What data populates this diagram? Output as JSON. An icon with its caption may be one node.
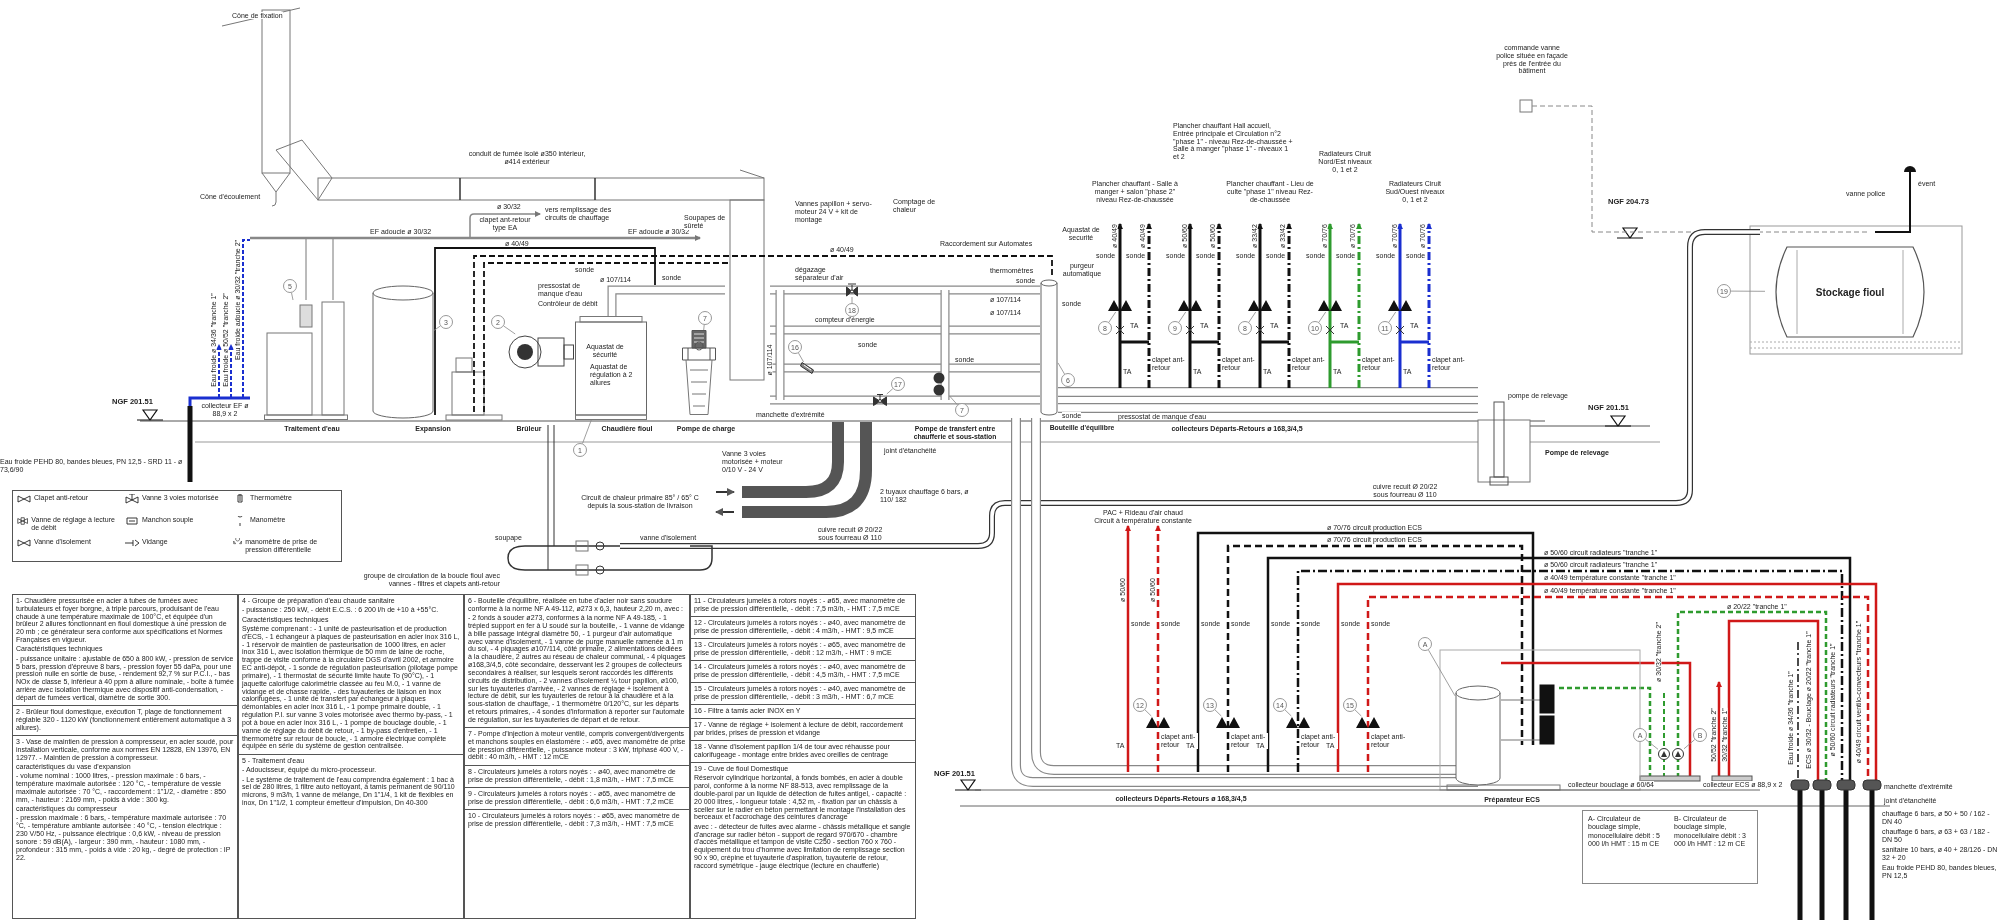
{
  "diagram": {
    "nodes": [
      {
        "text": [
          "5"
        ]
      },
      {
        "text": [
          "3"
        ]
      },
      {
        "text": [
          "2"
        ]
      },
      {
        "text": [
          "1"
        ]
      },
      {
        "text": [
          "7"
        ]
      },
      {
        "text": [
          "18"
        ]
      },
      {
        "text": [
          "16"
        ]
      },
      {
        "text": [
          "17"
        ]
      },
      {
        "text": [
          "7"
        ]
      },
      {
        "text": [
          "6"
        ]
      },
      {
        "text": [
          "8"
        ]
      },
      {
        "text": [
          "9"
        ]
      },
      {
        "text": [
          "8"
        ]
      },
      {
        "text": [
          "10"
        ]
      },
      {
        "text": [
          "11"
        ]
      },
      {
        "text": [
          "Stockage fioul"
        ]
      },
      {
        "text": [
          "19"
        ]
      },
      {
        "text": [
          "12"
        ]
      },
      {
        "text": [
          "13"
        ]
      },
      {
        "text": [
          "14"
        ]
      },
      {
        "text": [
          "15"
        ]
      },
      {
        "text": [
          "A"
        ]
      },
      {
        "text": [
          "A"
        ]
      },
      {
        "text": [
          "B"
        ]
      },
      {
        "text": [
          "A- Circulateur de bouclage simple, monocellulaire débit : 5 000 l/h HMT : 15 m CE",
          "B- Circulateur de bouclage simple, monocellulaire débit : 3 000 l/h HMT : 12 m CE"
        ]
      },
      {
        "text": [
          "1- Chaudière pressurisée en acier à tubes de fumées avec turbulateurs et foyer borgne, à triple parcours, produisant de l'eau chaude à une température maximale de 100°C, et équipée d'un brûleur 2 allures fonctionnant en fioul domestique à une pression de 20 mb ; ce générateur sera conforme aux spécifications et Normes Françaises en vigueur.",
          "Caractéristiques techniques",
          "- puissance unitaire : ajustable de 650 à 800 kW, - pression de service 5 bars, pression d'épreuve 8 bars, - pression foyer 55 daPa, pour une pression nulle en sortie de buse, - rendement 92,7 % sur P.C.I., - bas NOx de classe 5, inférieur à 40 ppm à allure nominale, - boîte à fumée arrière avec isolation thermique avec dispositif anti-condensation, - départ de fumées vertical, diamètre de sortie 300."
        ]
      },
      {
        "text": [
          "2 - Brûleur fioul domestique, exécution T, plage de fonctionnement réglable 320 - 1120 kW (fonctionnement entièrement automatique à 3 allures)."
        ]
      },
      {
        "text": [
          "3 - Vase de maintien de pression à compresseur, en acier soudé, pour installation verticale, conforme aux normes EN 12828, EN 13976, EN 12977. - Maintien de pression à compresseur.",
          "caractéristiques du vase d'expansion",
          "- volume nominal : 1000 litres, - pression maximale : 6 bars, - température maximale autorisée : 120 °C, - température de vessie maximale autorisée : 70 °C, - raccordement : 1\"1/2, - diamètre : 850 mm, - hauteur : 2169 mm, - poids à vide : 300 kg.",
          "caractéristiques du compresseur",
          "- pression maximale : 6 bars, - température maximale autorisée : 70 °C, - température ambiante autorisée : 40 °C, - tension électrique : 230 V/50 Hz, - puissance électrique : 0,6 kW, - niveau de pression sonore : 59 dB(A), - largeur : 390 mm, - hauteur : 1080 mm, - profondeur : 315 mm, - poids à vide : 20 kg, - degré de protection : IP 22."
        ]
      },
      {
        "text": [
          "4 - Groupe de préparation d'eau chaude sanitaire",
          "- puissance : 250 kW, - débit E.C.S. : 6 200 l/h de +10 à +55°C.",
          "Caractéristiques techniques",
          "Système comprenant : - 1 unité de pasteurisation et de production d'ECS, - 1 échangeur à plaques de pasteurisation en acier inox 316 L, - 1 réservoir de maintien de pasteurisation de 1000 litres, en acier inox 316 L, avec isolation thermique de 50 mm de laine de roche, trappe de visite conforme à la circulaire DGS d'avril 2002, et armoire EC anti-dépôt, - 1 sonde de régulation pasteurisation (pilotage pompe primaire), - 1 thermostat de sécurité limite haute To (90°C), - 1 jaquette calorifuge calorimétrie classée au feu M.0, - 1 vanne de vidange et de chasse rapide, - des tuyauteries de liaison en inox calorifugées, - 1 unité de transfert par échangeur à plaques démontables en acier inox 316 L, - 1 pompe primaire double, - 1 régulation P.I. sur vanne 3 voies motorisée avec thermo by-pass, - 1 pot à boue en acier inox 316 L, - 1 pompe de bouclage double, - 1 vanne de réglage du débit de retour, - 1 by-pass d'entretien, - 1 thermomètre sur retour de boucle, - 1 armoire électrique complète équipée en série du système de gestion centralisée."
        ]
      },
      {
        "text": [
          "5 - Traitement d'eau",
          "- Adoucisseur, équipé du micro-processeur.",
          "- Le système de traitement de l'eau comprendra également : 1 bac à sel de 280 litres, 1 filtre auto nettoyant, à tamis permanent de 90/110 microns, 9 m3/h, 1 vanne de mélange, Dn 1\"1/4, 1 kit de flexibles en inox, Dn 1\"1/2, 1 compteur émetteur d'impulsion, Dn 40-300"
        ]
      },
      {
        "text": [
          "6 - Bouteille d'équilibre, réalisée en tube d'acier noir sans soudure conforme à la norme NF A 49-112, ø273 x 6,3, hauteur 2,20 m, avec :",
          "- 2 fonds à souder ø273, conformes à la norme NF A 49-185, - 1 trépied support en fer à U soudé sur la bouteille, - 1 vanne de vidange à bille passage intégral diamètre 50, - 1 purgeur d'air automatique avec vanne d'isolement, - 1 vanne de purge manuelle ramenée à 1 m du sol, - 4 piquages ø107/114, côté primaire, 2 alimentations dédiées à la chaudière, 2 autres au réseau de chaleur communal, - 4 piquages ø168,3/4,5, côté secondaire, desservant les 2 groupes de collecteurs secondaires à réaliser, sur lesquels seront raccordés les différents circuits de distribution, - 2 vannes d'isolement ¼ tour papillon, ø100, sur les tuyauteries d'arrivée, - 2 vannes de réglage + isolement à lecture de débit, sur les tuyauteries de retour à la chaudière et à la sous-station de chauffage, - 1 thermomètre 0/120°C, sur les départs et retours primaires, - 4 sondes d'information à reporter sur l'automate de régulation, sur les tuyauteries de départ et de retour."
        ]
      },
      {
        "text": [
          "7 - Pompe d'injection à moteur ventilé, compris convergent/divergents et manchons souples en élastomère : - ø65, avec manomètre de prise de pression différentielle, - puissance moteur : 3 kW, triphasé 400 V, - débit : 40 m3/h, - HMT : 12 mCE"
        ]
      },
      {
        "text": [
          "8 - Circulateurs jumelés à rotors noyés : - ø40, avec manomètre de prise de pression différentielle, - débit : 1,8 m3/h, - HMT : 7,5 mCE"
        ]
      },
      {
        "text": [
          "9 - Circulateurs jumelés à rotors noyés : - ø65, avec manomètre de prise de pression différentielle, - débit : 6,6 m3/h, - HMT : 7,2 mCE"
        ]
      },
      {
        "text": [
          "10 - Circulateurs jumelés à rotors noyés : - ø65, avec manomètre de prise de pression différentielle, - débit : 7,3 m3/h, - HMT : 7,5 mCE"
        ]
      },
      {
        "text": [
          "11 - Circulateurs jumelés à rotors noyés : - ø65, avec manomètre de prise de pression différentielle, - débit : 7,5 m3/h, - HMT : 7,5 mCE"
        ]
      },
      {
        "text": [
          "12 - Circulateurs jumelés à rotors noyés : - ø40, avec manomètre de prise de pression différentielle, - débit : 4 m3/h, - HMT : 9,5 mCE"
        ]
      },
      {
        "text": [
          "13 - Circulateurs jumelés à rotors noyés : - ø65, avec manomètre de prise de pression différentielle, - débit : 12 m3/h, - HMT : 9 mCE"
        ]
      },
      {
        "text": [
          "14 - Circulateurs jumelés à rotors noyés : - ø40, avec manomètre de prise de pression différentielle, - débit : 4,5 m3/h, - HMT : 7,5 mCE"
        ]
      },
      {
        "text": [
          "15 - Circulateurs jumelés à rotors noyés : - ø40, avec manomètre de prise de pression différentielle, - débit : 3 m3/h, - HMT : 6,7 mCE"
        ]
      },
      {
        "text": [
          "16 - Filtre à tamis acier INOX en Y"
        ]
      },
      {
        "text": [
          "17 - Vanne de réglage + isolement à lecture de débit, raccordement par brides, prises de pression et vidange"
        ]
      },
      {
        "text": [
          "18 - Vanne d'isolement papillon 1/4 de tour avec réhausse pour calorifugeage - montage entre brides avec oreilles de centrage"
        ]
      },
      {
        "text": [
          "19 - Cuve de fioul Domestique",
          "Réservoir cylindrique horizontal, à fonds bombés, en acier à double paroi, conforme à la norme NF 88-513, avec remplissage de la double-paroi par un liquide de détection de fuites antigel, - capacité : 20 000 litres, - longueur totale : 4,52 m, - fixation par un châssis à sceller sur le radier en béton permettant le montage l'installation des berceaux et l'accrochage des ceintures d'ancrage",
          "avec : - détecteur de fuites avec alarme - châssis métallique et sangle d'ancrage sur radier béton - support de regard 970/670 - chambre d'accès métallique et tampon de visite C250 - section 760 x 760 - équipement du trou d'homme avec limitation de remplissage section 90 x 90, crépine et tuyauterie d'aspiration, tuyauterie de retour, raccord symétrique - jauge électrique (lecture en chaufferie)"
        ]
      },
      {
        "text": [],
        "shape": "picture"
      },
      {
        "text": [],
        "shape": "cylinder"
      },
      {
        "text": [],
        "shape": "picture"
      },
      {
        "text": [],
        "shape": "picture"
      },
      {
        "text": [],
        "shape": "picture"
      },
      {
        "text": [],
        "shape": "picture"
      },
      {
        "text": [],
        "shape": "picture"
      },
      {
        "text": [],
        "shape": "picture"
      },
      {
        "text": [],
        "shape": "picture"
      },
      {
        "text": [],
        "shape": "cylinder"
      },
      {
        "text": [],
        "shape": "picture"
      },
      {
        "text": [],
        "shape": "picture"
      },
      {
        "text": [],
        "shape": "picture"
      },
      {
        "text": [],
        "shape": "picture"
      },
      {
        "text": [],
        "shape": "picture"
      },
      {
        "text": [],
        "shape": "picture"
      },
      {
        "text": [],
        "shape": "picture"
      },
      {
        "text": [],
        "shape": "picture"
      },
      {
        "text": [],
        "shape": "picture"
      },
      {
        "text": [],
        "shape": "cylinder"
      },
      {
        "text": [],
        "shape": "picture"
      },
      {
        "text": [],
        "shape": "picture"
      }
    ],
    "edges": [
      {
        "from": 0,
        "to": 44,
        "arrow": "none"
      },
      {
        "from": 1,
        "to": 45,
        "arrow": "none"
      },
      {
        "from": 2,
        "to": 46,
        "arrow": "none"
      },
      {
        "from": 3,
        "to": 47,
        "arrow": "none"
      },
      {
        "from": 4,
        "to": 48,
        "arrow": "none"
      },
      {
        "from": 5,
        "to": 49,
        "arrow": "none"
      },
      {
        "from": 6,
        "to": 50,
        "arrow": "none"
      },
      {
        "from": 7,
        "to": 51,
        "arrow": "none"
      },
      {
        "from": 8,
        "to": 52,
        "arrow": "none"
      },
      {
        "from": 9,
        "to": 53,
        "arrow": "none"
      },
      {
        "from": 10,
        "to": 54,
        "arrow": "none"
      },
      {
        "from": 11,
        "to": 55,
        "arrow": "none"
      },
      {
        "from": 12,
        "to": 56,
        "arrow": "none"
      },
      {
        "from": 13,
        "to": 57,
        "arrow": "none"
      },
      {
        "from": 14,
        "to": 58,
        "arrow": "none"
      },
      {
        "from": 16,
        "to": 15,
        "arrow": "none"
      },
      {
        "from": 17,
        "to": 59,
        "arrow": "none"
      },
      {
        "from": 18,
        "to": 60,
        "arrow": "none"
      },
      {
        "from": 19,
        "to": 61,
        "arrow": "none"
      },
      {
        "from": 20,
        "to": 62,
        "arrow": "none"
      },
      {
        "from": 21,
        "to": 63,
        "arrow": "none"
      },
      {
        "from": 22,
        "to": 64,
        "arrow": "none"
      },
      {
        "from": 23,
        "to": 65,
        "arrow": "none"
      }
    ],
    "labels": [
      "Cône de fixation",
      "commande vanne police située en façade près de l'entrée du bâtiment",
      "conduit de fumée isolé ø350 intérieur, ø414 extérieur",
      "Plancher chauffant Hall accueil, Entrée principale et Circulation n°2 \"phase 1\" - niveau Rez-de-chaussée + Salle à manger \"phase 1\" - niveaux 1 et 2",
      "Radiateurs Ciruit Nord/Est niveaux 0, 1 et 2",
      "Cône d'écoulement",
      "ø 30/32",
      "vers remplissage des circuits de chauffage",
      "Vannes papillon + servo-moteur 24 V + kit de montage",
      "Comptage de chaleur",
      "Plancher chauffant - Salle à manger + salon \"phase 2\" niveau Rez-de-chaussée",
      "Plancher chauffant - Lieu de culte \"phase 1\" niveau Rez-de-chaussée",
      "Radiateurs Ciruit Sud/Ouest niveaux 0, 1 et 2",
      "NGF 204.73",
      "vanne police",
      "évent",
      "EF adoucie ø 30/32",
      "clapet ant-retour type EA",
      "ø 40/49",
      "EF adoucie ø 30/32",
      "Soupapes de sûreté",
      "ø 40/49",
      "Raccordement sur Automates",
      "Aquastat de securité",
      "ø 40/49",
      "ø 40/49",
      "ø 50/60",
      "ø 50/60",
      "ø 33/42",
      "ø 33/42",
      "ø 70/76",
      "ø 70/76",
      "ø 70/76",
      "ø 70/76",
      "pressostat de manque d'eau",
      "sonde",
      "ø 107/114",
      "sonde",
      "dégazage séparateur d'air",
      "thermomètres",
      "sonde",
      "purgeur automatique",
      "sonde",
      "sonde",
      "sonde",
      "sonde",
      "sonde",
      "sonde",
      "sonde",
      "sonde",
      "sonde",
      "sonde",
      "Eau froide ø 34/36 \"tranche 1\"",
      "Eau froide ø 50/52 \"tranche 2\"",
      "Eau froide adoucie ø 30/32 \"tranche 2\"",
      "Contrôleur de débit",
      "compteur d'énergie",
      "ø 107/114",
      "ø 107/114",
      "sonde",
      "TA",
      "TA",
      "TA",
      "TA",
      "TA",
      "NGF 201.51",
      "Aquastat de sécurité",
      "Aquastat de régulation à 2 allures",
      "ø 107/114",
      "sonde",
      "sonde",
      "TA",
      "clapet ant-retour",
      "TA",
      "clapet ant-retour",
      "TA",
      "clapet ant-retour",
      "TA",
      "clapet ant-retour",
      "TA",
      "clapet ant-retour",
      "pompe de relevage",
      "collecteur EF ø 88,9 x 2",
      "manchette d'extrémité",
      "sonde",
      "pressostat de manque d'eau",
      "NGF 201.51",
      "Traitement d'eau",
      "Expansion",
      "Brûleur",
      "Chaudière fioul",
      "Pompe de charge",
      "Pompe de transfert entre chaufferie et sous-station",
      "Bouteille d'équilibre",
      "collecteurs Départs-Retours ø 168,3/4,5",
      "Eau froide PEHD 80, bandes bleues, PN 12,5 - SRD 11 - ø 73,6/90",
      "Vanne 3 voies motorisée + moteur 0/10 V - 24 V",
      "joint d'étanchéité",
      "Pompe de relevage",
      "Circuit de chaleur primaire 85° / 65° C depuis la sous-station de livraison",
      "2 tuyaux chauffage 6 bars, ø 110/ 182",
      "PAC + Rideau d'air chaud",
      "Circuit à température constante",
      "cuivre recuit Ø 20/22 sous fourreau Ø 110",
      "soupape",
      "vanne d'isolement",
      "cuivre recuit Ø 20/22 sous fourreau Ø 110",
      "ø 70/76 circuit production ECS",
      "ø 70/76 circuit production ECS",
      "groupe de circulation de la boucle fioul avec vannes - filtres et clapets anti-retour",
      "ø 50/60",
      "ø 50/60",
      "ø 50/60 circuit radiateurs \"tranche 1\"",
      "ø 50/60 circuit radiateurs \"tranche 1\"",
      "ø 40/49 température constante \"tranche 1\"",
      "ø 40/49 température constante \"tranche 1\"",
      "ø 20/22 \"tranche 1\"",
      "sonde",
      "sonde",
      "sonde",
      "sonde",
      "sonde",
      "sonde",
      "sonde",
      "sonde",
      "ø 30/32 \"tranche 2\"",
      "NGF 201.51",
      "TA",
      "clapet anti-retour",
      "TA",
      "clapet anti-retour",
      "TA",
      "clapet anti-retour",
      "TA",
      "clapet anti-retour",
      "50/52 \"tranche 2\"",
      "30/32 \"tranche 1\"",
      "Eau froide ø 34/36 \"tranche 1\"",
      "ECS ø 30/32 - Bouclage ø 20/22 \"tranche 1\"",
      "ø 50/60 circuit radiateurs \"tranche 1\"",
      "ø 40/49 circuit ventilo-convecteurs \"tranche 1\"",
      "collecteurs Départs-Retours ø 168,3/4,5",
      "Préparateur ECS",
      "collecteur bouclage ø 60/64",
      "collecteur ECS ø 88,9 x 2",
      "manchette d'extrémité",
      "joint d'étanchéité",
      "chauffage 6 bars, ø 50 + 50 / 162 - DN 40",
      "chauffage 6 bars, ø 63 + 63 / 182 - DN 50",
      "sanitaire 10 bars, ø 40 + 28/126 - DN 32 + 20",
      "Eau froide PEHD 80, bandes bleues, PN 12,5"
    ],
    "legend": [
      {
        "text": "Clapet anti-retour"
      },
      {
        "text": "Vanne de réglage à lecture de débit"
      },
      {
        "text": "Vanne d'isolement"
      },
      {
        "text": "Vanne 3 voies motorisée"
      },
      {
        "text": "Manchon souple"
      },
      {
        "text": "Vidange"
      },
      {
        "text": "Thermomètre"
      },
      {
        "text": "Manomètre"
      },
      {
        "text": "manomètre de prise de pression différentielle"
      }
    ]
  }
}
